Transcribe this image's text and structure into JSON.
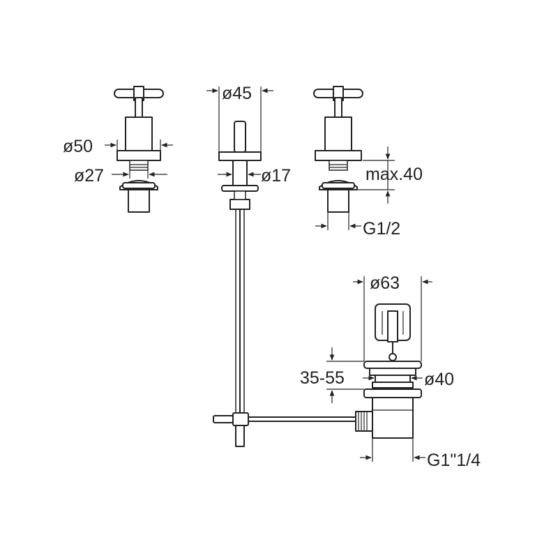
{
  "dimensions": {
    "d50": "ø50",
    "d27": "ø27",
    "d45": "ø45",
    "d17": "ø17",
    "max40": "max.40",
    "g12": "G1/2",
    "d63": "ø63",
    "range3555": "35-55",
    "d40": "ø40",
    "g114": "G1\"1/4"
  },
  "colors": {
    "line": "#222222",
    "background": "#ffffff"
  }
}
